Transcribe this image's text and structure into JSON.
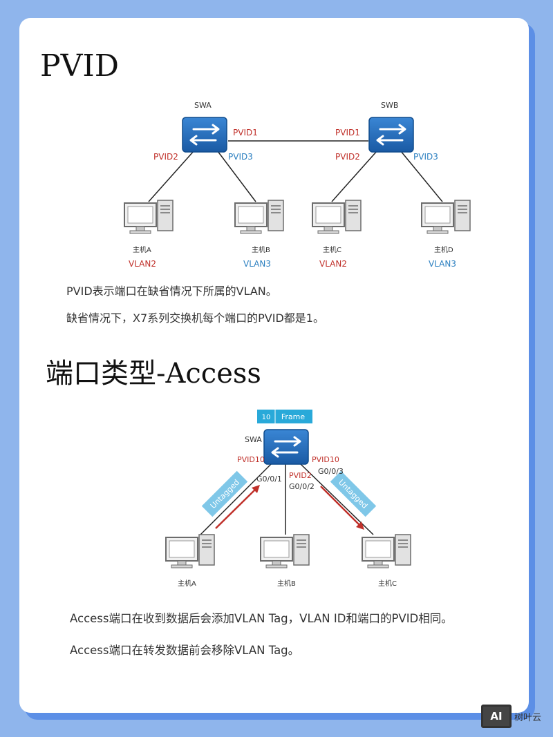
{
  "section1": {
    "title": "PVID",
    "switch_a": {
      "name": "SWA",
      "ports": {
        "p1": "PVID1",
        "p2": "PVID2",
        "p3": "PVID3"
      }
    },
    "switch_b": {
      "name": "SWB",
      "ports": {
        "p1": "PVID1",
        "p2": "PVID2",
        "p3": "PVID3"
      }
    },
    "hosts": [
      {
        "name": "主机A",
        "vlan": "VLAN2"
      },
      {
        "name": "主机B",
        "vlan": "VLAN3"
      },
      {
        "name": "主机C",
        "vlan": "VLAN2"
      },
      {
        "name": "主机D",
        "vlan": "VLAN3"
      }
    ],
    "desc1": "PVID表示端口在缺省情况下所属的VLAN。",
    "desc2": "缺省情况下，X7系列交换机每个端口的PVID都是1。"
  },
  "section2": {
    "title": "端口类型-Access",
    "frame": {
      "tag": "10",
      "label": "Frame"
    },
    "switch": {
      "name": "SWA"
    },
    "left_port": {
      "pvid": "PVID10",
      "iface": "G0/0/1"
    },
    "mid_port": {
      "pvid": "PVID2",
      "iface": "G0/0/2"
    },
    "right_port": {
      "pvid": "PVID10",
      "iface": "G0/0/3"
    },
    "untagged_left": "Untagged",
    "untagged_right": "Untagged",
    "hosts": [
      {
        "name": "主机A"
      },
      {
        "name": "主机B"
      },
      {
        "name": "主机C"
      }
    ],
    "desc1": "Access端口在收到数据后会添加VLAN Tag，VLAN ID和端口的PVID相同。",
    "desc2": "Access端口在转发数据前会移除VLAN Tag。"
  },
  "watermark": {
    "logo": "AI",
    "text": "树叶云"
  },
  "colors": {
    "background": "#8fb5ec",
    "switch_blue": "#1e66b4",
    "pvid_red": "#c0302a",
    "pvid_blue": "#2b7fc0",
    "tag_cyan": "#29a9d9"
  }
}
